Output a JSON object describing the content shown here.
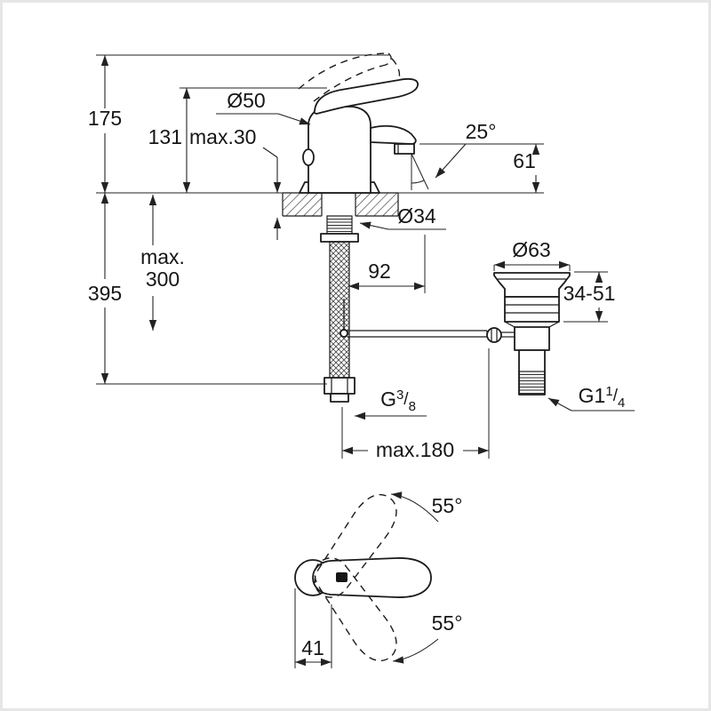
{
  "meta": {
    "ink_color": "#1b1b1b",
    "dim_color": "#222222",
    "frame_color": "#e6e6e6",
    "background": "#ffffff"
  },
  "diagram": {
    "kind": "single-lever-basin-mixer-dimension-drawing",
    "dims": {
      "total_height": "175",
      "body_height": "131",
      "deck_max": "max.30",
      "handle_dia": "Ø50",
      "spout_angle": "25°",
      "outlet_height": "61",
      "hole_dia": "Ø34",
      "rod_max_1": "max.",
      "rod_max_2": "300",
      "under_height": "395",
      "rod_offset": "92",
      "flange_dia": "Ø63",
      "adjust_range": "34-51",
      "reach_max": "max.180",
      "swing_top": "55°",
      "swing_bottom": "55°",
      "handle_offset": "41"
    },
    "threads": {
      "hose": {
        "base": "G",
        "sup": "3",
        "slash": "/",
        "sub": "8"
      },
      "waste": {
        "base": "G1",
        "sup": "1",
        "slash": "/",
        "sub": "4"
      }
    }
  }
}
